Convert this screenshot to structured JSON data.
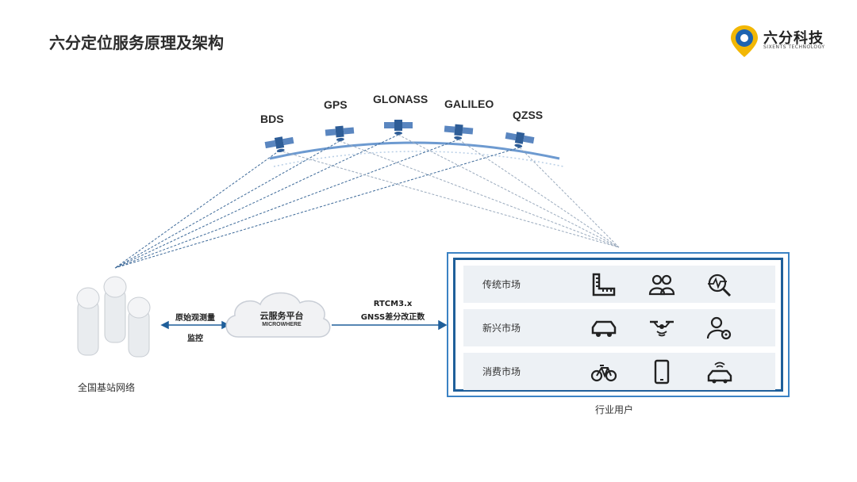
{
  "title": "六分定位服务原理及架构",
  "logo": {
    "name": "六分科技",
    "subtitle": "SIXENTS TECHNOLOGY"
  },
  "satellites": [
    "BDS",
    "GPS",
    "GLONASS",
    "GALILEO",
    "QZSS"
  ],
  "stations": {
    "label": "全国基站网络"
  },
  "link_left": {
    "top": "原始观测量",
    "bottom": "监控"
  },
  "cloud": {
    "title": "云服务平台",
    "subtitle": "MICROWHERE"
  },
  "link_right": {
    "top": "RTCM3.x",
    "bottom": "GNSS差分改正数"
  },
  "industry": {
    "label": "行业用户",
    "rows": [
      {
        "label": "传统市场",
        "icons": [
          "ruler-icon",
          "people-icon",
          "search-chart-icon"
        ]
      },
      {
        "label": "新兴市场",
        "icons": [
          "car-icon",
          "drone-icon",
          "user-gear-icon"
        ]
      },
      {
        "label": "消费市场",
        "icons": [
          "bicycle-icon",
          "phone-icon",
          "connected-car-icon"
        ]
      }
    ]
  },
  "colors": {
    "accent": "#1f5f9a",
    "line": "#2c5d8f",
    "row_bg": "#edf1f5"
  }
}
